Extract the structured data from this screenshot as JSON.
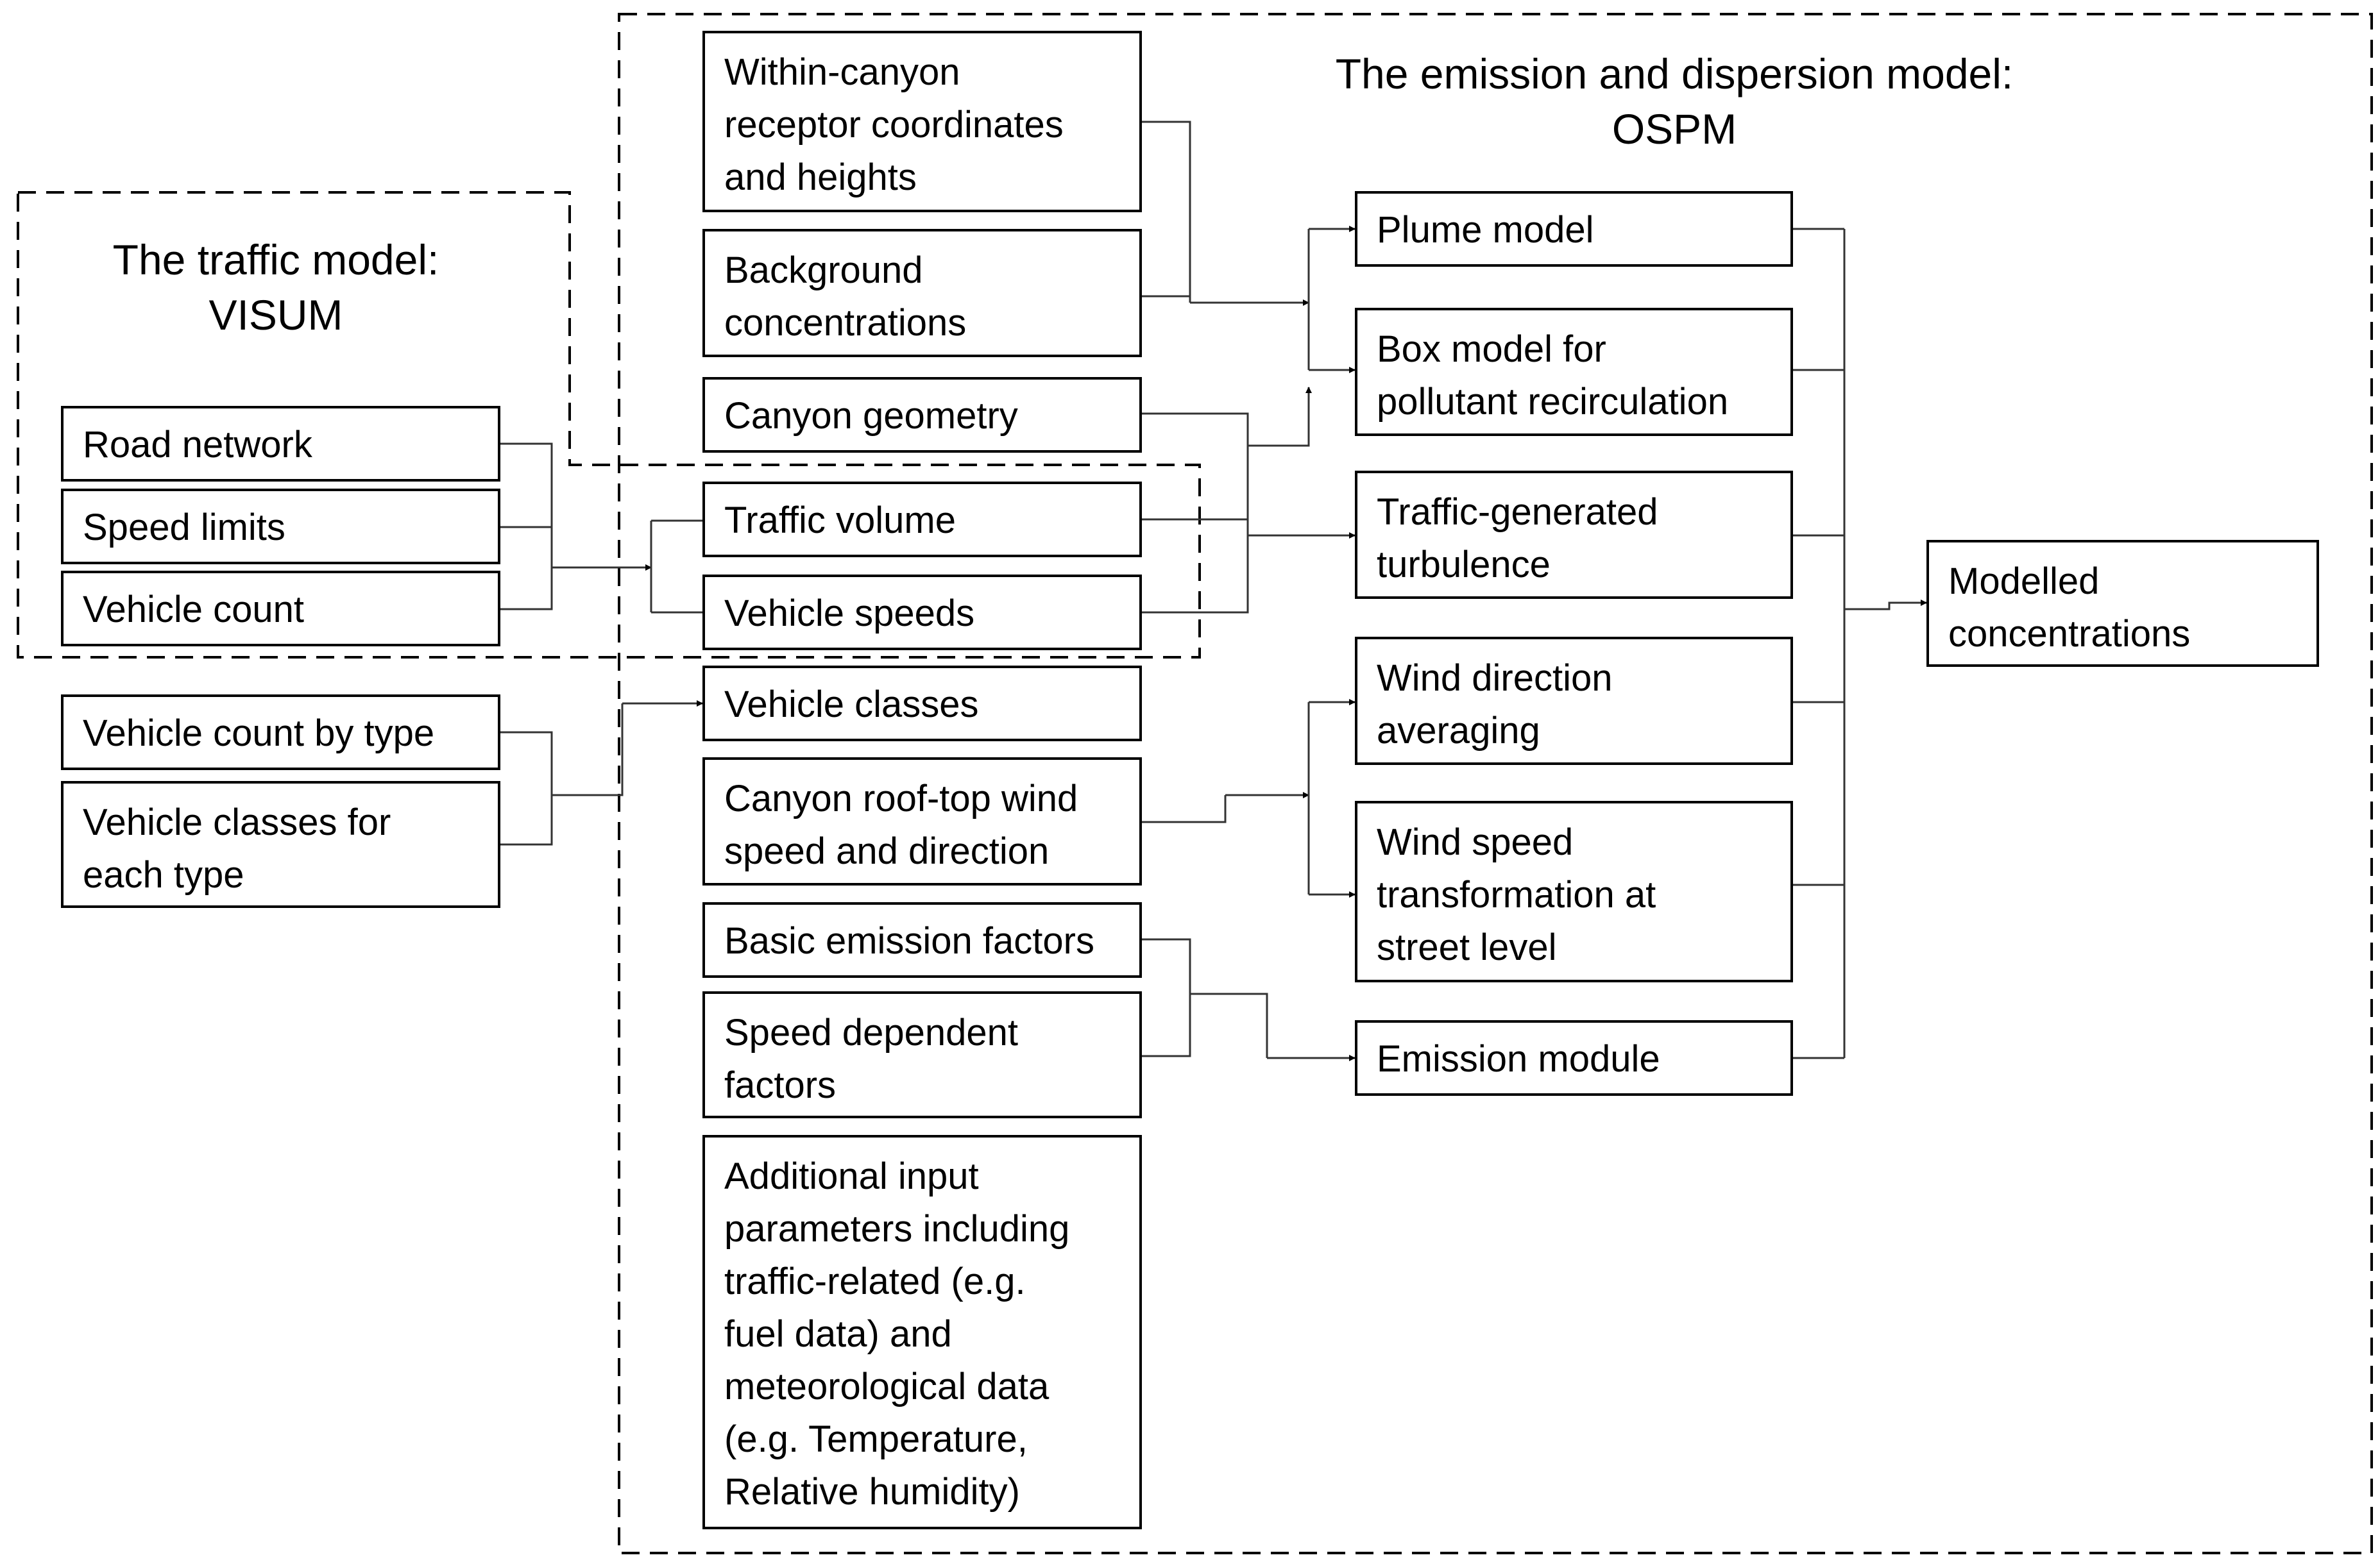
{
  "traffic_model": {
    "title": "The traffic model:\nVISUM"
  },
  "ospm_model": {
    "title": "The emission and dispersion model:\nOSPM"
  },
  "boxes": {
    "road_network": "Road network",
    "speed_limits": "Speed limits",
    "vehicle_count": "Vehicle count",
    "vehicle_count_by_type": "Vehicle count by type",
    "vehicle_classes_each_type": "Vehicle classes for\neach type",
    "receptor_coords": "Within-canyon\nreceptor coordinates\nand heights",
    "background_conc": "Background\nconcentrations",
    "canyon_geometry": "Canyon geometry",
    "traffic_volume": "Traffic volume",
    "vehicle_speeds": "Vehicle speeds",
    "vehicle_classes": "Vehicle classes",
    "roof_wind": "Canyon roof-top wind\nspeed and direction",
    "basic_emission": "Basic emission factors",
    "speed_dependent": "Speed dependent\nfactors",
    "additional_params": "Additional input\nparameters including\ntraffic-related (e.g.\nfuel data) and\nmeteorological data\n(e.g. Temperature,\nRelative humidity)",
    "plume_model": "Plume model",
    "box_model": "Box model for\npollutant recirculation",
    "traffic_turbulence": "Traffic-generated\nturbulence",
    "wind_direction": "Wind direction\naveraging",
    "wind_speed": "Wind speed\ntransformation at\nstreet level",
    "emission_module": "Emission module",
    "modelled_conc": "Modelled\nconcentrations"
  }
}
